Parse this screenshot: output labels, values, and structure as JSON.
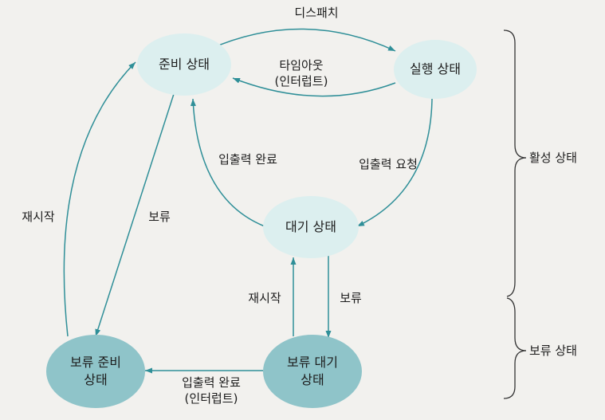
{
  "states": {
    "ready": "준비 상태",
    "running": "실행 상태",
    "waiting": "대기 상태",
    "suspended_ready_line1": "보류 준비",
    "suspended_ready_line2": "상태",
    "suspended_waiting_line1": "보류 대기",
    "suspended_waiting_line2": "상태"
  },
  "transitions": {
    "dispatch": "디스패치",
    "timeout_line1": "타임아웃",
    "timeout_line2": "(인터럽트)",
    "io_complete": "입출력 완료",
    "io_request": "입출력 요청",
    "resume_left": "재시작",
    "suspend_left": "보류",
    "resume_center": "재시작",
    "suspend_center": "보류",
    "io_complete_bottom_line1": "입출력 완료",
    "io_complete_bottom_line2": "(인터럽트)"
  },
  "groups": {
    "active": "활성 상태",
    "suspended": "보류 상태"
  },
  "colors": {
    "active_state_fill": "#dcefef",
    "suspended_state_fill": "#8fc4c9",
    "arrow": "#2f8f98",
    "bracket": "#333333"
  }
}
